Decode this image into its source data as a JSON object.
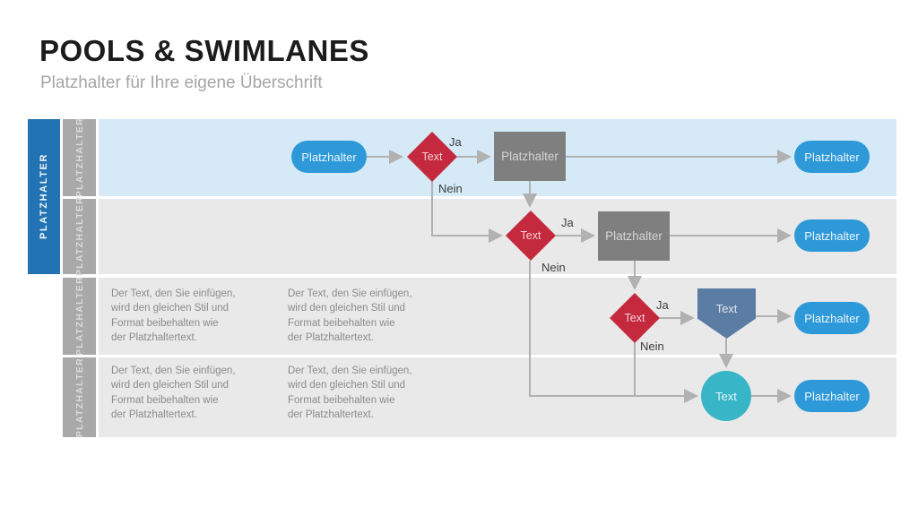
{
  "slide": {
    "title": "POOLS & SWIMLANES",
    "subtitle": "Platzhalter für Ihre eigene Überschrift"
  },
  "pool": {
    "label": "PLATZHALTER"
  },
  "lanes": [
    {
      "label": "PLATZHALTER"
    },
    {
      "label": "PLATZHALTER"
    },
    {
      "label": "PLATZHALTER"
    },
    {
      "label": "PLATZHALTER"
    }
  ],
  "placeholder_paragraph": "Der Text, den Sie einfügen,\nwird den gleichen Stil und\nFormat beibehalten wie\nder Platzhaltertext.",
  "flow": {
    "start": "Platzhalter",
    "decision1": "Text",
    "decision1_yes": "Ja",
    "decision1_no": "Nein",
    "process1": "Platzhalter",
    "end1": "Platzhalter",
    "decision2": "Text",
    "decision2_yes": "Ja",
    "decision2_no": "Nein",
    "process2": "Platzhalter",
    "end2": "Platzhalter",
    "decision3": "Text",
    "decision3_yes": "Ja",
    "decision3_no": "Nein",
    "merge": "Text",
    "end3": "Platzhalter",
    "event": "Text",
    "end4": "Platzhalter"
  },
  "colors": {
    "pool_label_bg": "#2173b3",
    "lane_label_bg": "#a9a9a9",
    "lane1_bg": "#d5e9f7",
    "lane_gray_bg": "#e9e9e9",
    "pill_blue": "#2e99d8",
    "decision_red": "#c5293e",
    "process_gray": "#7f7f7f",
    "merge_slate": "#5b7ca3",
    "event_teal": "#38b6c7",
    "connector_gray": "#b1b1b1"
  }
}
